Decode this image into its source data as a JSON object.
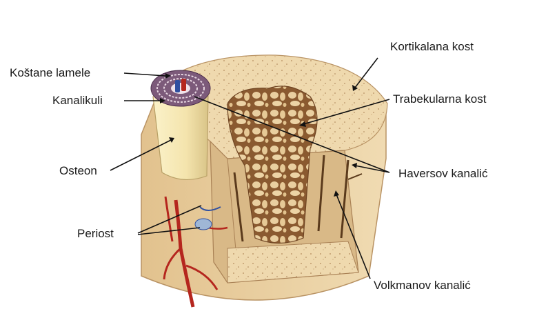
{
  "labels": {
    "kostane_lamele": "Koštane lamele",
    "kanalikuli": "Kanalikuli",
    "osteon": "Osteon",
    "periost": "Periost",
    "kortikalana_kost": "Kortikalana kost",
    "trabekularna_kost": "Trabekularna kost",
    "haversov_kanalic": "Haversov kanalić",
    "volkmanov_kanalic": "Volkmanov kanalić"
  },
  "colors": {
    "bone_light": "#f2dfb8",
    "bone_mid": "#e6c99a",
    "bone_dark": "#c9a473",
    "cut_face": "#d8b683",
    "trabecular_fill": "#9b6a3c",
    "osteon_shaft": "#f6eab8",
    "vessel_red": "#b5261e",
    "vessel_blue": "#2f4fa0",
    "leader_line": "#111111"
  }
}
